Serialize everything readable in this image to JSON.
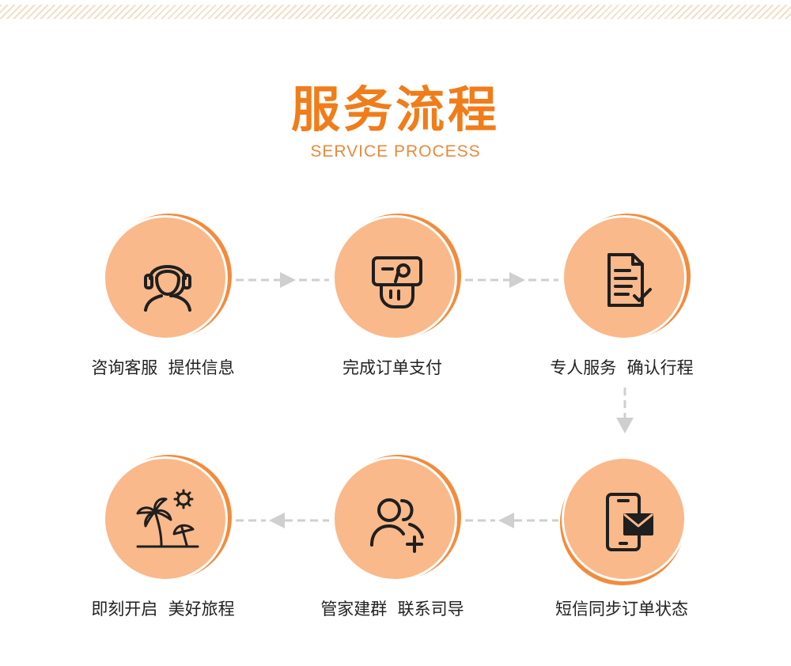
{
  "header": {
    "title": "服务流程",
    "subtitle": "SERVICE PROCESS"
  },
  "steps": [
    {
      "label": "咨询客服  提供信息",
      "icon": "customer-service-icon"
    },
    {
      "label": "完成订单支付",
      "icon": "payment-card-icon"
    },
    {
      "label": "专人服务  确认行程",
      "icon": "document-check-icon"
    },
    {
      "label": "短信同步订单状态",
      "icon": "phone-message-icon"
    },
    {
      "label": "管家建群  联系司导",
      "icon": "add-group-icon"
    },
    {
      "label": "即刻开启  美好旅程",
      "icon": "beach-palm-icon"
    }
  ],
  "colors": {
    "accent": "#f07d1a",
    "circle_fill": "#f9b98a",
    "circle_ring": "#f38b3c",
    "arrow": "#cfcfcf",
    "icon_stroke": "#1f1f1f"
  }
}
